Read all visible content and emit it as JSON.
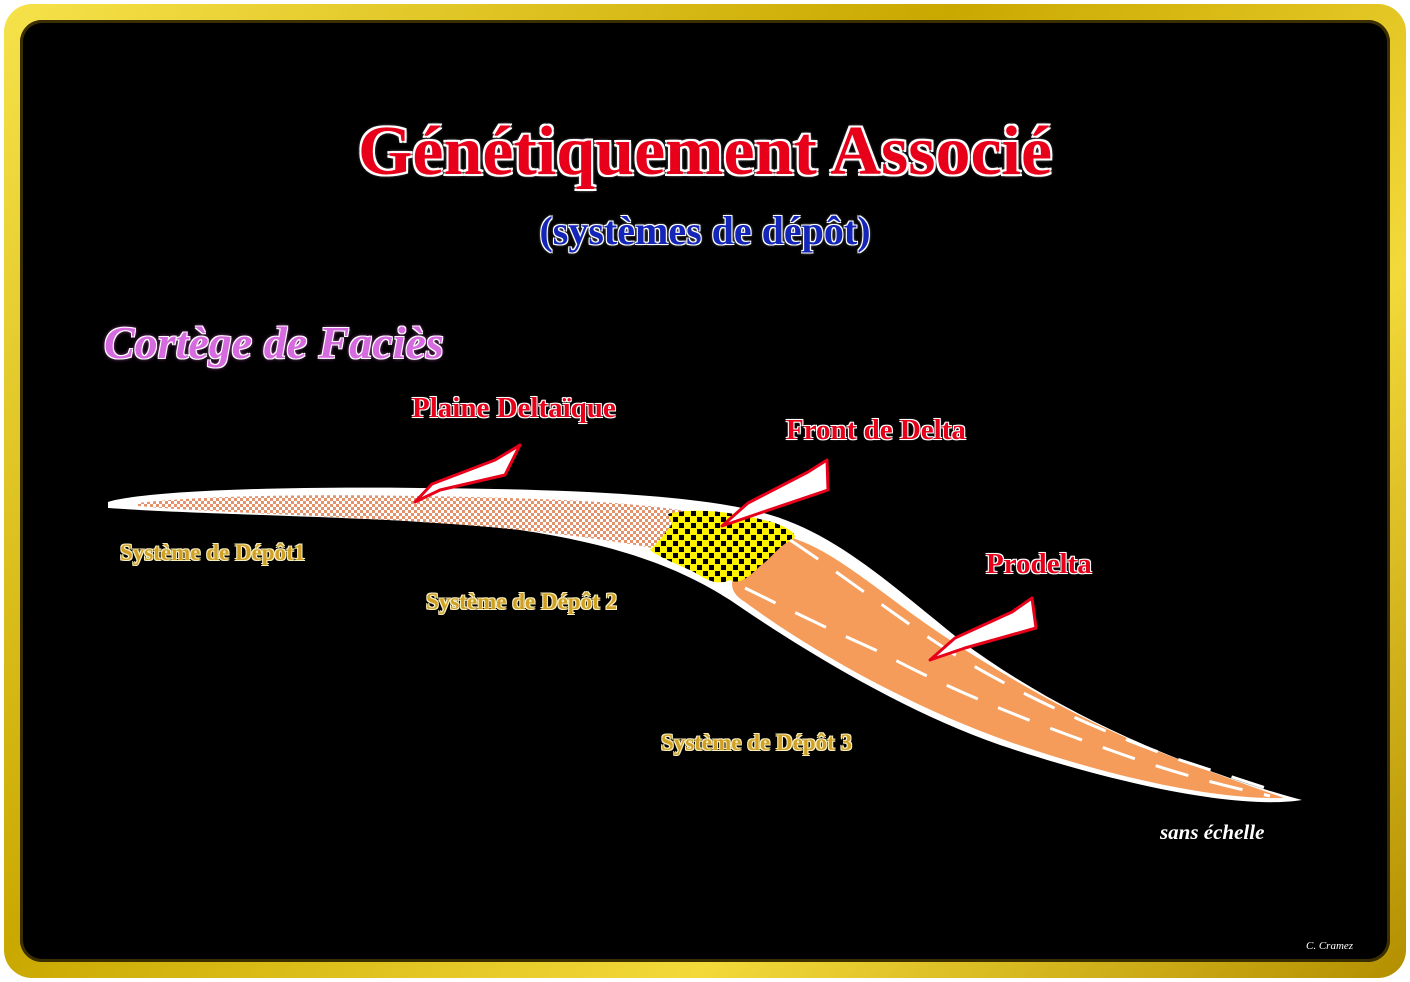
{
  "title": "Génétiquement Associé",
  "subtitle": "(systèmes de dépôt)",
  "section_title": "Cortège de Faciès",
  "facies": {
    "plaine": "Plaine Deltaïque",
    "front": "Front de Delta",
    "prodelta": "Prodelta"
  },
  "systems": {
    "s1": "Système de Dépôt1",
    "s2": "Système de Dépôt 2",
    "s3": "Système de Dépôt 3"
  },
  "scale_note": "sans échelle",
  "credit": "C. Cramez",
  "colors": {
    "frame": "#e0c21c",
    "background": "#000000",
    "title": "#e8001b",
    "subtitle": "#1426b8",
    "section_title": "#d66be0",
    "plaine_pattern": "#e3926c",
    "front_pattern": "#fff200",
    "prodelta_fill": "#f59c5a",
    "system_labels": "#cfa024"
  }
}
